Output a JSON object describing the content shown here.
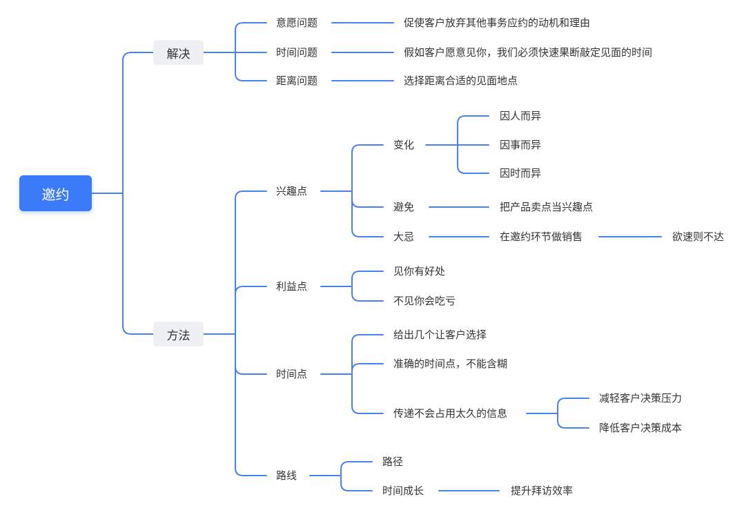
{
  "colors": {
    "accent": "#3b7bf7",
    "line": "#4a7ff0",
    "text": "#333333",
    "branch_bg": "#eef0f3"
  },
  "root": {
    "label": "邀约"
  },
  "jiejue": {
    "label": "解决",
    "children": [
      {
        "label": "意愿问题",
        "detail": "促使客户放弃其他事务应约的动机和理由"
      },
      {
        "label": "时间问题",
        "detail": "假如客户愿意见你，我们必须快速果断敲定见面的时间"
      },
      {
        "label": "距离问题",
        "detail": "选择距离合适的见面地点"
      }
    ]
  },
  "fangfa": {
    "label": "方法",
    "xingqu": {
      "label": "兴趣点",
      "bianhua": {
        "label": "变化",
        "children": [
          "因人而异",
          "因事而异",
          "因时而异"
        ]
      },
      "bimian": {
        "label": "避免",
        "detail": "把产品卖点当兴趣点"
      },
      "daji": {
        "label": "大忌",
        "detail": "在邀约环节做销售",
        "note": "欲速则不达"
      }
    },
    "liyi": {
      "label": "利益点",
      "children": [
        "见你有好处",
        "不见你会吃亏"
      ]
    },
    "shijian": {
      "label": "时间点",
      "children": [
        "给出几个让客户选择",
        "准确的时间点，不能含糊"
      ],
      "chuandi": {
        "label": "传递不会占用太久的信息",
        "children": [
          "减轻客户决策压力",
          "降低客户决策成本"
        ]
      }
    },
    "luxian": {
      "label": "路线",
      "lujing": "路径",
      "chengzhang": {
        "label": "时间成长",
        "detail": "提升拜访效率"
      }
    }
  }
}
